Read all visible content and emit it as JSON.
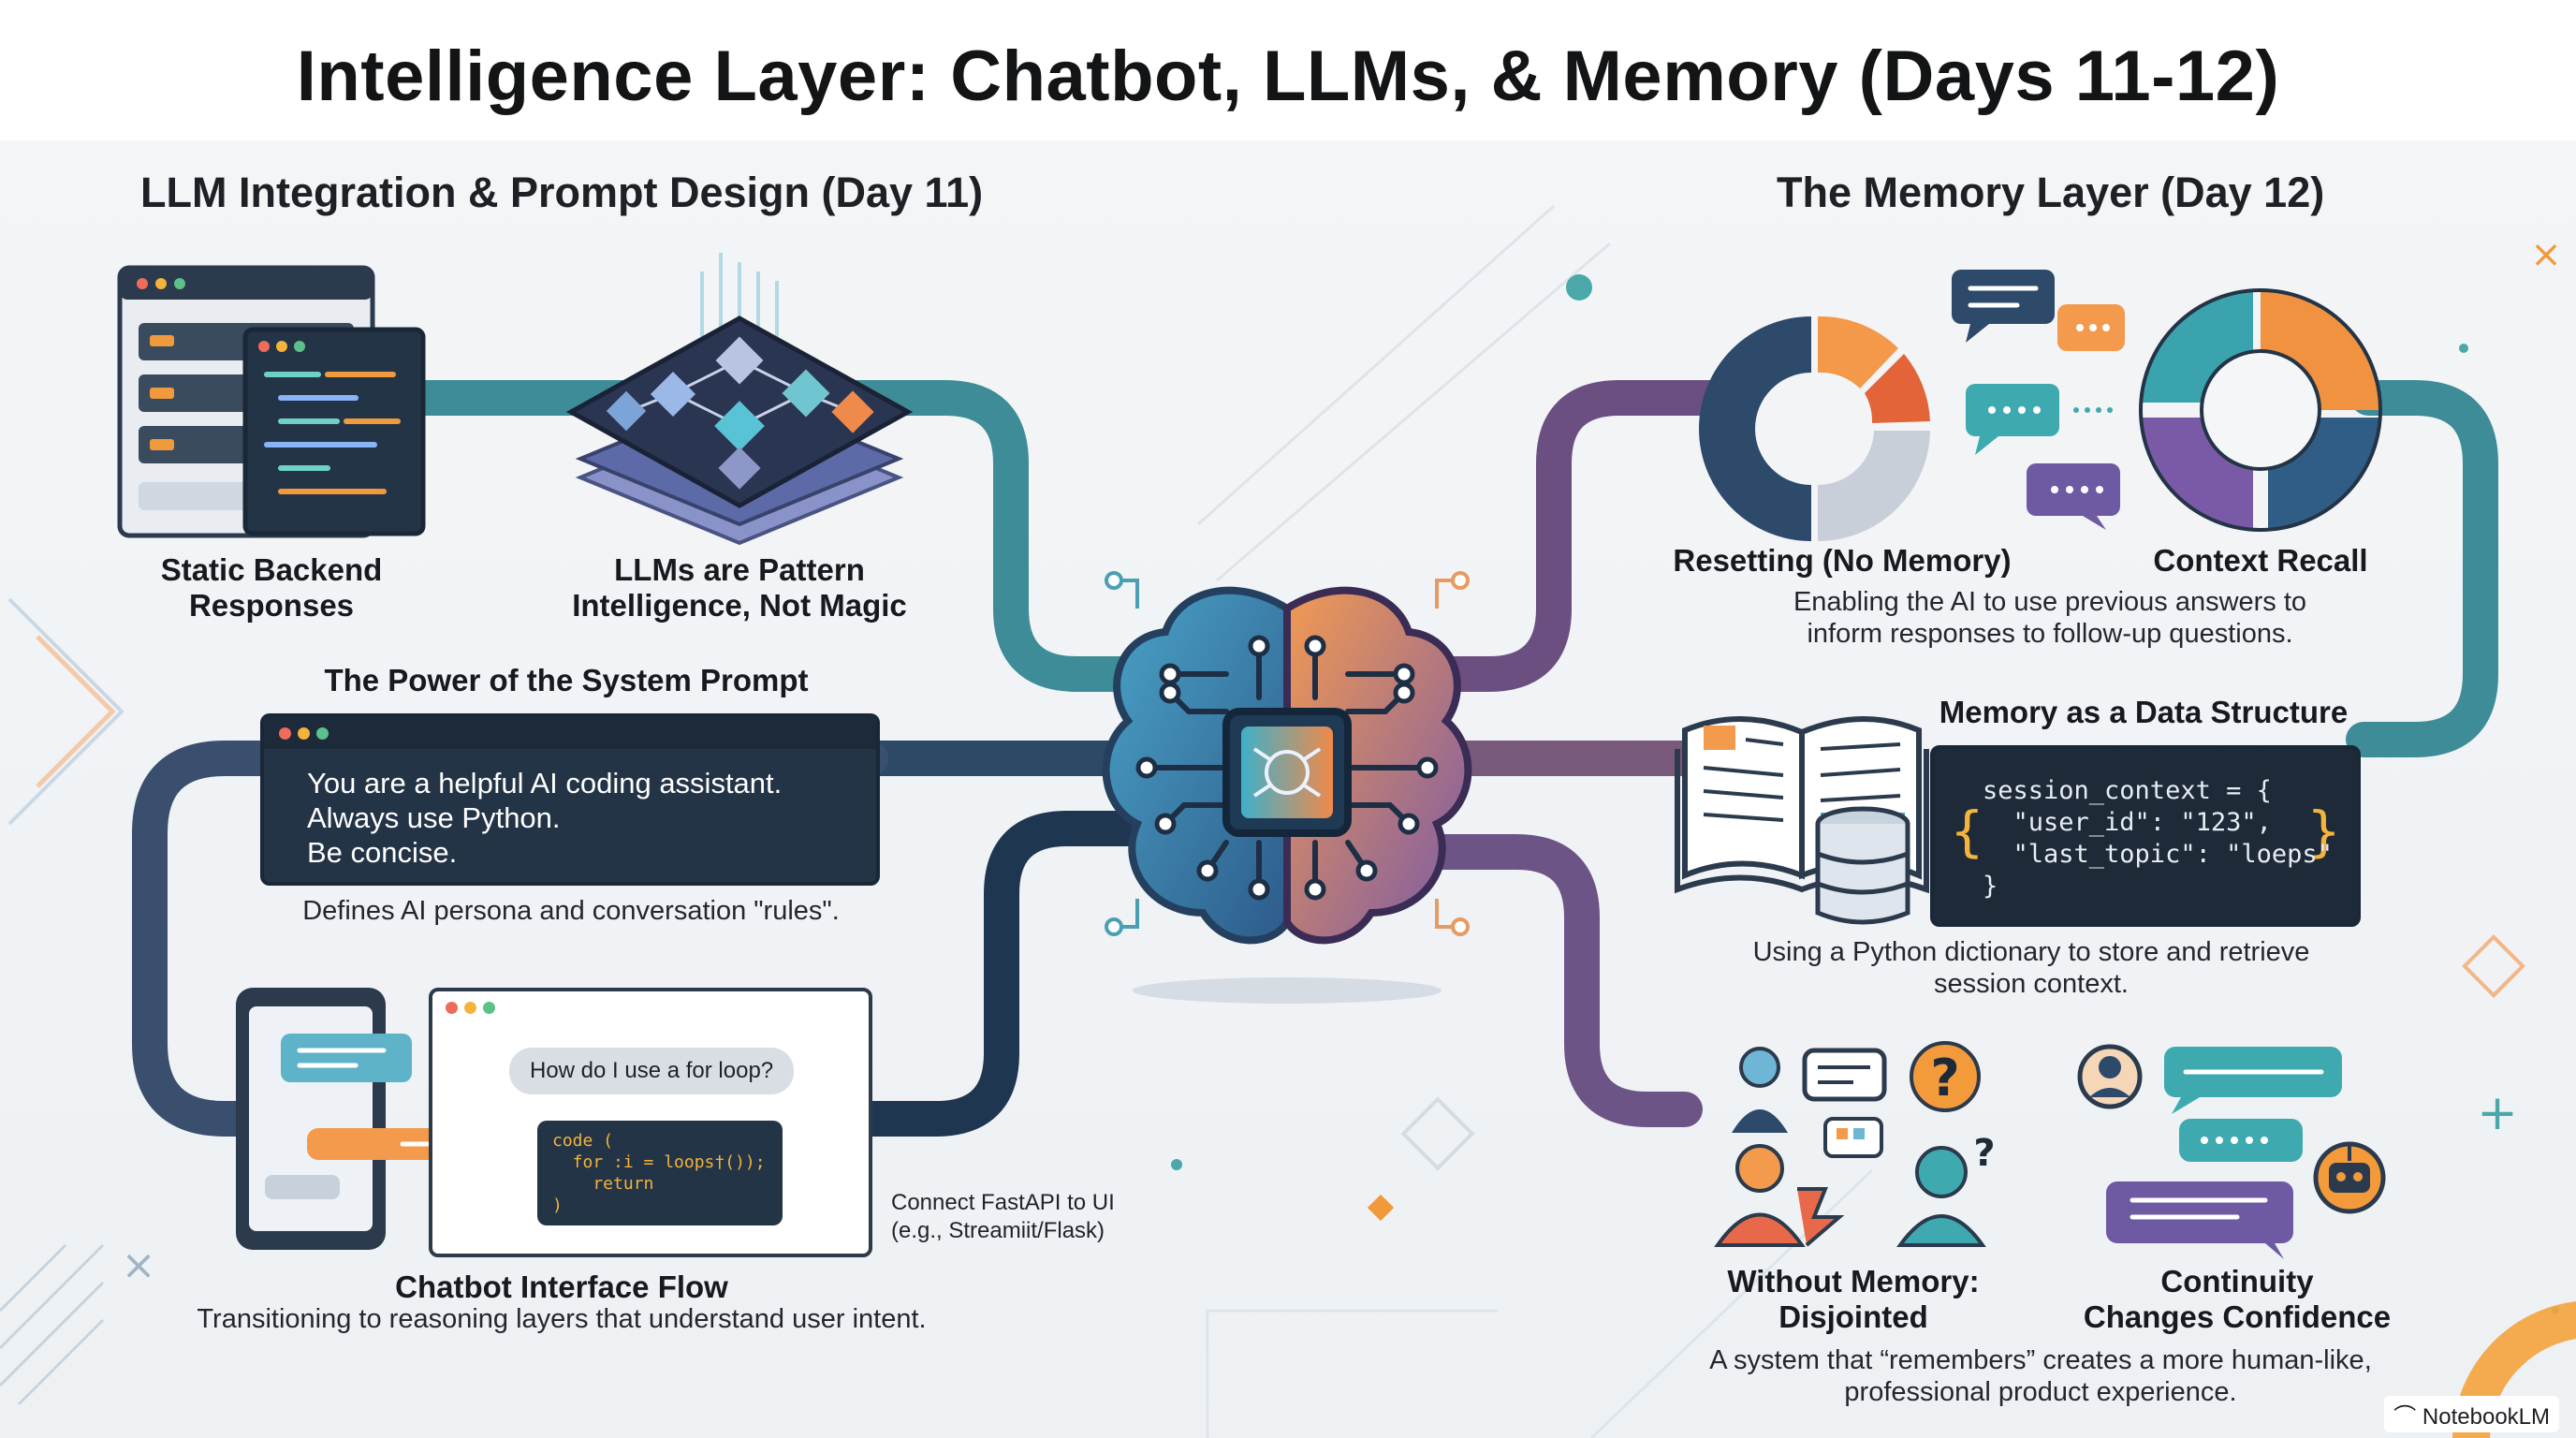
{
  "title": "Intelligence Layer: Chatbot, LLMs, & Memory (Days 11-12)",
  "left_section": {
    "heading": "LLM Integration & Prompt Design (Day 11)",
    "static_backend_label": "Static Backend\nResponses",
    "llm_pattern_label": "LLMs are Pattern\nIntelligence, Not Magic",
    "system_prompt_heading": "The Power of the System Prompt",
    "system_prompt_text": "You are a helpful AI coding assistant.\nAlways use Python.\nBe concise.",
    "system_prompt_desc": "Defines AI persona and conversation \"rules\".",
    "chat_question": "How do I use a for loop?",
    "chat_code": "code (\n  for :i = loops†());\n    return\n)",
    "connect_note": "Connect FastAPI to UI\n(e.g., Streamiit/Flask)",
    "chatbot_flow_label": "Chatbot Interface Flow",
    "chatbot_flow_desc": "Transitioning to reasoning layers that understand user intent."
  },
  "right_section": {
    "heading": "The Memory Layer (Day 12)",
    "resetting_label": "Resetting (No Memory)",
    "context_recall_label": "Context Recall",
    "context_recall_desc": "Enabling the AI to use previous answers to\ninform responses to follow-up questions.",
    "data_structure_heading": "Memory as a Data Structure",
    "session_code": "session_context = {\n  \"user_id\": \"123\",\n  \"last_topic\": \"loeps\"\n}",
    "data_structure_desc": "Using a Python dictionary to store and retrieve\nsession context.",
    "without_memory_label": "Without Memory:\nDisjointed",
    "continuity_label": "Continuity\nChanges Confidence",
    "bottom_desc": "A system that “remembers” creates a more human-like,\nprofessional product experience."
  },
  "badge": "NotebookLM",
  "colors": {
    "teal": "#3e8c97",
    "navy": "#2b3e58",
    "purple": "#6f5b95",
    "orange": "#ef8a3c",
    "dark_card": "#243447"
  }
}
